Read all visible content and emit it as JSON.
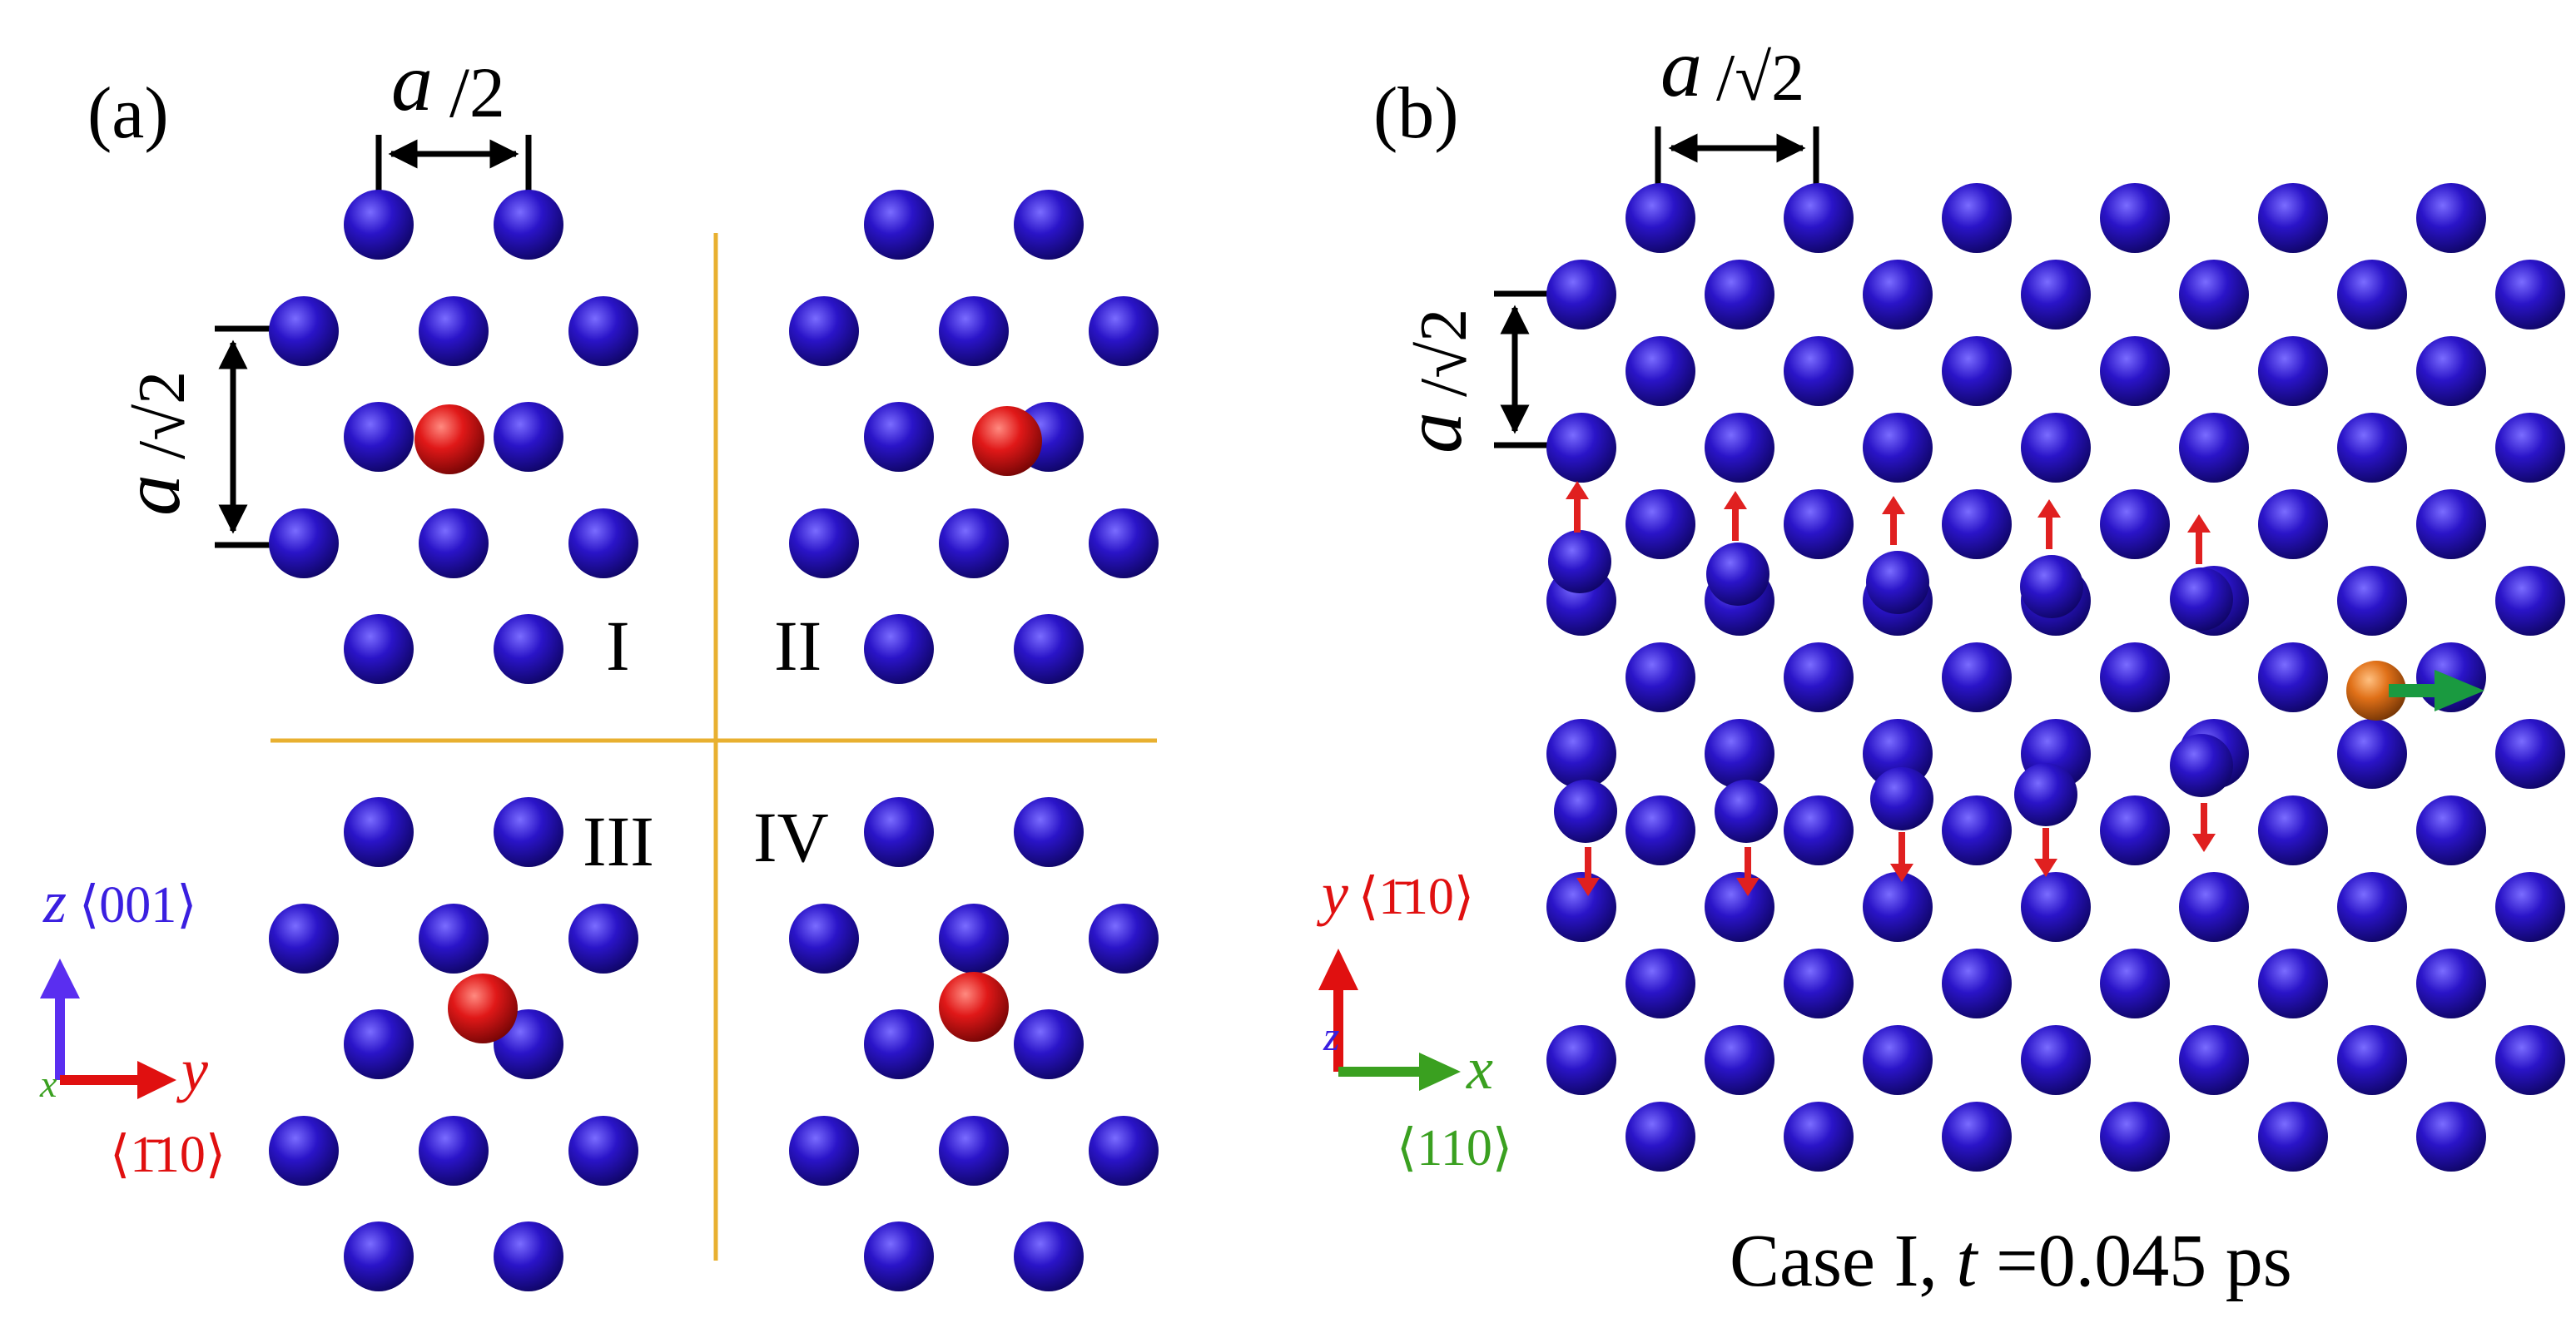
{
  "panel_a": {
    "label": "(a)",
    "dim_top": {
      "a": "a",
      "rest": "/2"
    },
    "dim_left": {
      "a": "a",
      "rest": "/√2"
    },
    "quadrants": [
      "I",
      "II",
      "III",
      "IV"
    ],
    "axes": {
      "vertical": {
        "letter": "z",
        "dir": "⟨001⟩",
        "color": "#3a1fe0"
      },
      "horizontal": {
        "letter": "y",
        "dir": "⟨1̄10⟩",
        "color": "#e01010"
      },
      "out": {
        "letter": "x",
        "color": "#3aa020"
      }
    }
  },
  "panel_b": {
    "label": "(b)",
    "dim_top": {
      "a": "a",
      "rest": "/√2"
    },
    "dim_left": {
      "a": "a",
      "rest": "/√2"
    },
    "caption": {
      "prefix": "Case I, ",
      "t": "t",
      "suffix": " =0.045 ps"
    },
    "axes": {
      "vertical": {
        "letter": "y",
        "dir": "⟨1̄10⟩",
        "color": "#e01010"
      },
      "horizontal": {
        "letter": "x",
        "dir": "⟨110⟩",
        "color": "#3aa020"
      },
      "out": {
        "letter": "z",
        "color": "#3a1fe0"
      }
    }
  },
  "colors": {
    "atom": "#2a14c8",
    "interstitial": "#e01818",
    "moving_atom": "#e07018",
    "divider": "#e8b030",
    "displacement_arrow": "#e02020",
    "velocity_arrow": "#1a9a40",
    "dimension": "#000000"
  }
}
